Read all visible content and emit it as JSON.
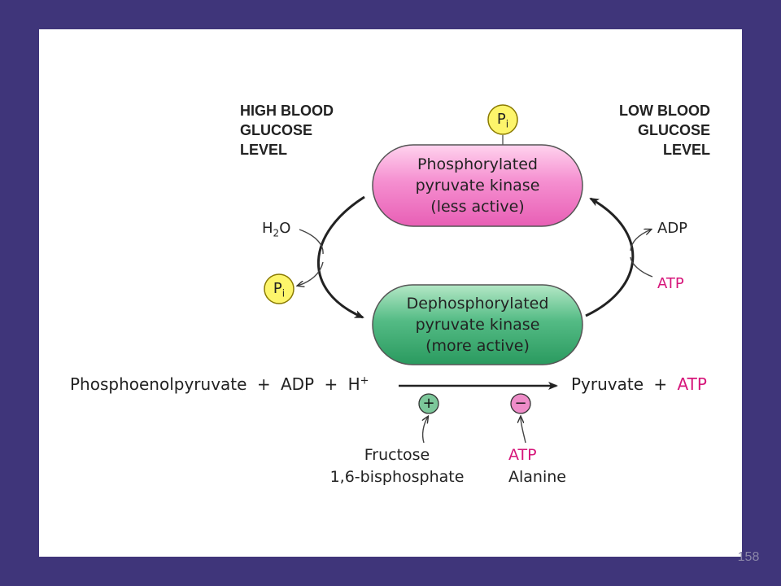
{
  "corner_labels": {
    "high": [
      "HIGH BLOOD",
      "GLUCOSE",
      "LEVEL"
    ],
    "low": [
      "LOW BLOOD",
      "GLUCOSE",
      "LEVEL"
    ]
  },
  "enzymes": {
    "phosphorylated": [
      "Phosphorylated",
      "pyruvate kinase",
      "(less active)"
    ],
    "dephosphorylated": [
      "Dephosphorylated",
      "pyruvate kinase",
      "(more active)"
    ]
  },
  "phosphate": {
    "symbol": "P",
    "subscript": "i"
  },
  "left_cycle": {
    "water_main": "H",
    "water_sub": "2",
    "water_tail": "O"
  },
  "right_cycle": {
    "product": "ADP",
    "substrate": "ATP"
  },
  "reaction": {
    "substrate": "Phosphoenolpyruvate",
    "plus1": "+",
    "adp": "ADP",
    "plus2": "+",
    "proton": "H",
    "proton_sup": "+",
    "product": "Pyruvate",
    "plus3": "+",
    "atp": "ATP"
  },
  "regulators": {
    "activator_sign": "+",
    "inhibitor_sign": "−",
    "activator": [
      "Fructose",
      "1,6-bisphosphate"
    ],
    "inhibitors": [
      "ATP",
      "Alanine"
    ]
  },
  "colors": {
    "background": "#3f357a",
    "phosphorylated_fill": "#f277c4",
    "dephosphorylated_fill": "#2fa56a",
    "phosphate_fill": "#fdf56b",
    "highlight": "#d6167a",
    "activator_fill": "#7cc79a",
    "inhibitor_fill": "#ee8cc8"
  },
  "slide_number": "158"
}
